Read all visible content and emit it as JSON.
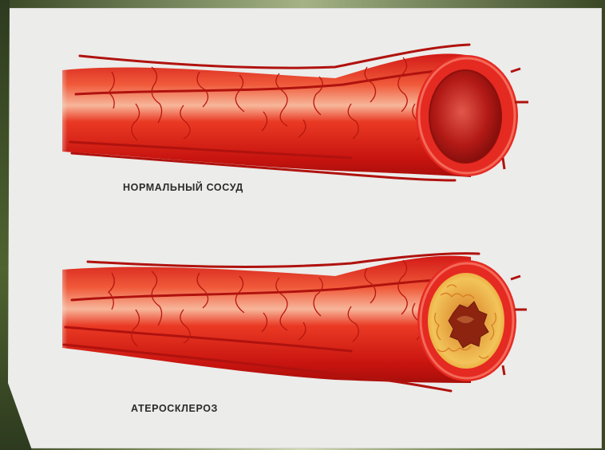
{
  "slide": {
    "background_color": "#ececea",
    "frame_color": "#4f6330"
  },
  "vessels": [
    {
      "id": "normal",
      "caption": "НОРМАЛЬНЫЙ СОСУД",
      "wall_color": "#e0201c",
      "lumen_color": "#b21a18"
    },
    {
      "id": "atherosclerosis",
      "caption": "АТЕРОСКЛЕРОЗ",
      "wall_color": "#e0201c",
      "plaque_color": "#e8a030"
    }
  ]
}
